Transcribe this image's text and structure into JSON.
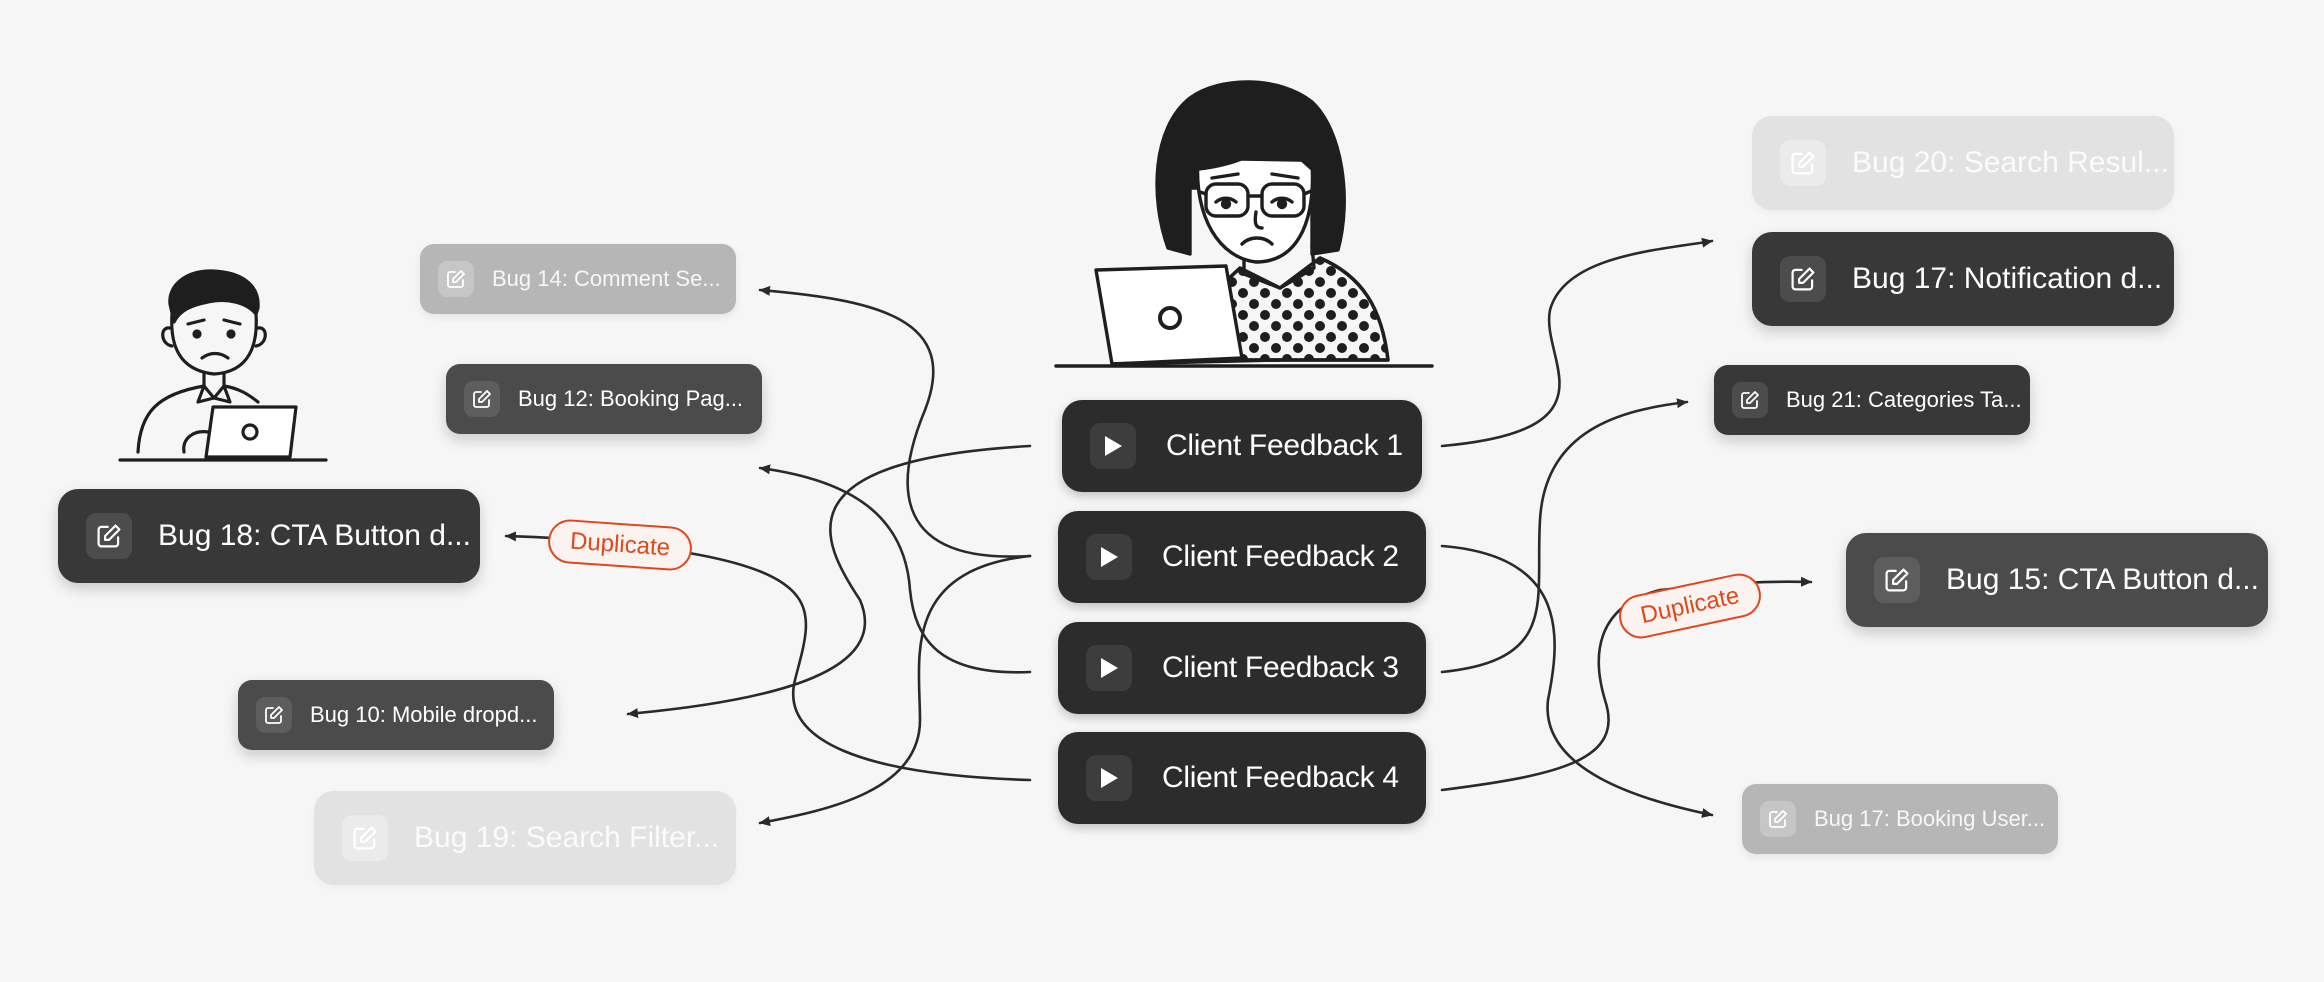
{
  "feedback": [
    {
      "label": "Client Feedback 1",
      "icon": "play-icon"
    },
    {
      "label": "Client Feedback 2",
      "icon": "play-icon"
    },
    {
      "label": "Client Feedback 3",
      "icon": "play-icon"
    },
    {
      "label": "Client Feedback 4",
      "icon": "play-icon"
    }
  ],
  "bugs_left": [
    {
      "label": "Bug 14: Comment Se...",
      "icon": "edit-icon",
      "tone": "light"
    },
    {
      "label": "Bug 12: Booking Pag...",
      "icon": "edit-icon",
      "tone": "mid"
    },
    {
      "label": "Bug 18: CTA Button d...",
      "icon": "edit-icon",
      "tone": "dark"
    },
    {
      "label": "Bug 10: Mobile dropd...",
      "icon": "edit-icon",
      "tone": "mid"
    },
    {
      "label": "Bug 19: Search Filter...",
      "icon": "edit-icon",
      "tone": "faint"
    }
  ],
  "bugs_right": [
    {
      "label": "Bug 20: Search Resul...",
      "icon": "edit-icon",
      "tone": "faint"
    },
    {
      "label": "Bug 17: Notification d...",
      "icon": "edit-icon",
      "tone": "dark"
    },
    {
      "label": "Bug 21: Categories Ta...",
      "icon": "edit-icon",
      "tone": "dark"
    },
    {
      "label": "Bug 15: CTA Button d...",
      "icon": "edit-icon",
      "tone": "mid"
    },
    {
      "label": "Bug 17: Booking User...",
      "icon": "edit-icon",
      "tone": "light"
    }
  ],
  "duplicates": [
    {
      "label": "Duplicate"
    },
    {
      "label": "Duplicate"
    }
  ],
  "colors": {
    "background": "#f6f6f6",
    "feedback_fill": "#2c2c2c",
    "duplicate_accent": "#e2471c",
    "connector": "#2a2a2a"
  },
  "illustrations": [
    {
      "name": "frustrated-man-with-laptop"
    },
    {
      "name": "worried-woman-with-laptop"
    }
  ]
}
